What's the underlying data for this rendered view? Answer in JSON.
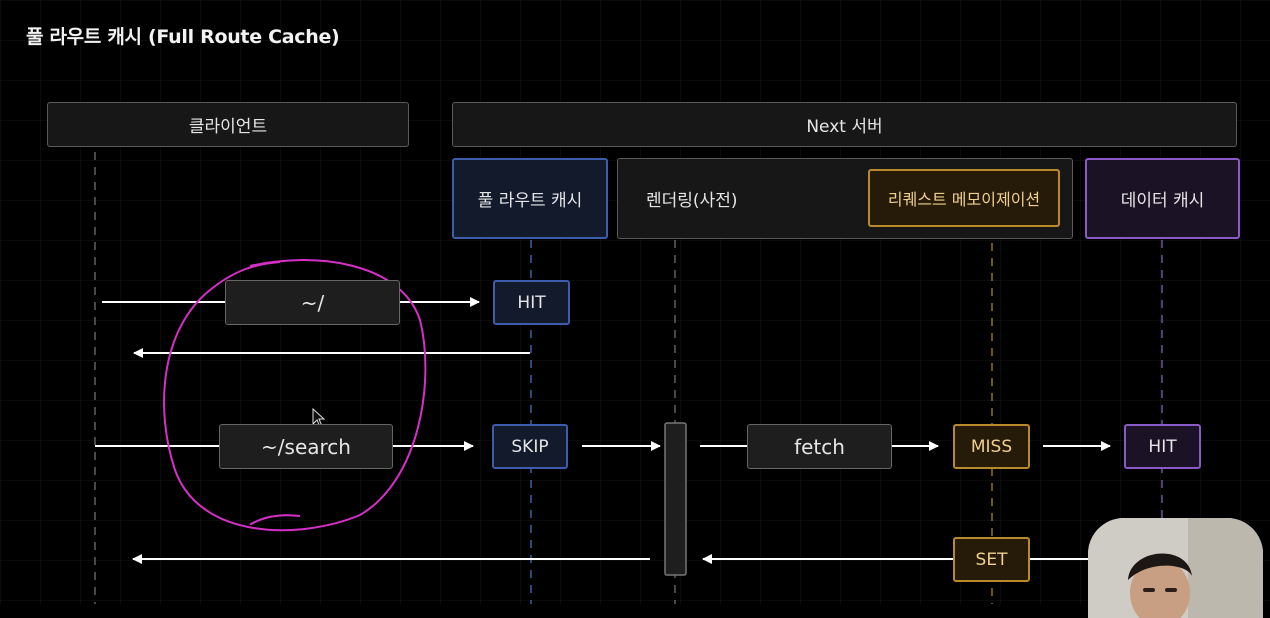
{
  "title": "풀 라우트 캐시 (Full Route Cache)",
  "headers": {
    "client": "클라이언트",
    "server": "Next 서버"
  },
  "columns": {
    "full_route_cache": "풀 라우트 캐시",
    "rendering": "렌더링(사전)",
    "request_memo": "리퀘스트 메모이제이션",
    "data_cache": "데이터 캐시"
  },
  "row1": {
    "request": "~/",
    "result": "HIT"
  },
  "row2": {
    "request": "~/search",
    "route_result": "SKIP",
    "fetch": "fetch",
    "memo_result": "MISS",
    "data_result": "HIT"
  },
  "row3": {
    "set": "SET"
  },
  "colors": {
    "blue": "#3d5cab",
    "purple": "#8a59c7",
    "orange": "#b88a2a",
    "annotation": "#d62fc8"
  }
}
